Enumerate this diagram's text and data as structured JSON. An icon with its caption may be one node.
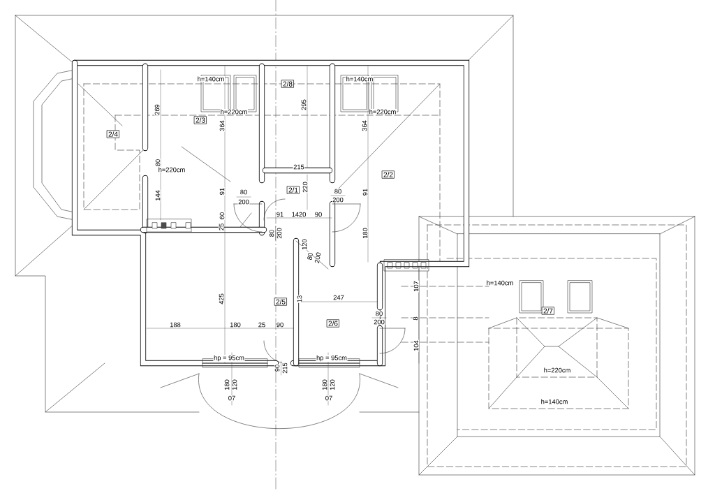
{
  "diagram": {
    "nodes": [
      {
        "text": [
          "2/8"
        ]
      },
      {
        "text": [
          "2/3"
        ]
      },
      {
        "text": [
          "2/4"
        ]
      },
      {
        "text": [
          "2/2"
        ]
      },
      {
        "text": [
          "2/1"
        ]
      },
      {
        "text": [
          "2/5"
        ]
      },
      {
        "text": [
          "2/7"
        ]
      },
      {
        "text": [
          "2/6"
        ]
      }
    ],
    "labels": [
      "h=140cm",
      "h=220cm",
      "269",
      "364",
      "80",
      "h=220cm",
      "144",
      "91",
      "80",
      "200",
      "60",
      "25",
      "295",
      "215",
      "220",
      "80",
      "200",
      "91",
      "1420",
      "90",
      "h=140cm",
      "h=220cm",
      "364",
      "91",
      "180",
      "80",
      "200",
      "120",
      "80",
      "200",
      "425",
      "188",
      "180",
      "25",
      "90",
      "hp = 95cm",
      "90",
      "215",
      "180",
      "120",
      "07",
      "13",
      "247",
      "80",
      "200",
      "107",
      "8",
      "104",
      "hp = 95cm",
      "180",
      "120",
      "07",
      "h=140cm",
      "h=220cm",
      "h=140cm"
    ]
  }
}
